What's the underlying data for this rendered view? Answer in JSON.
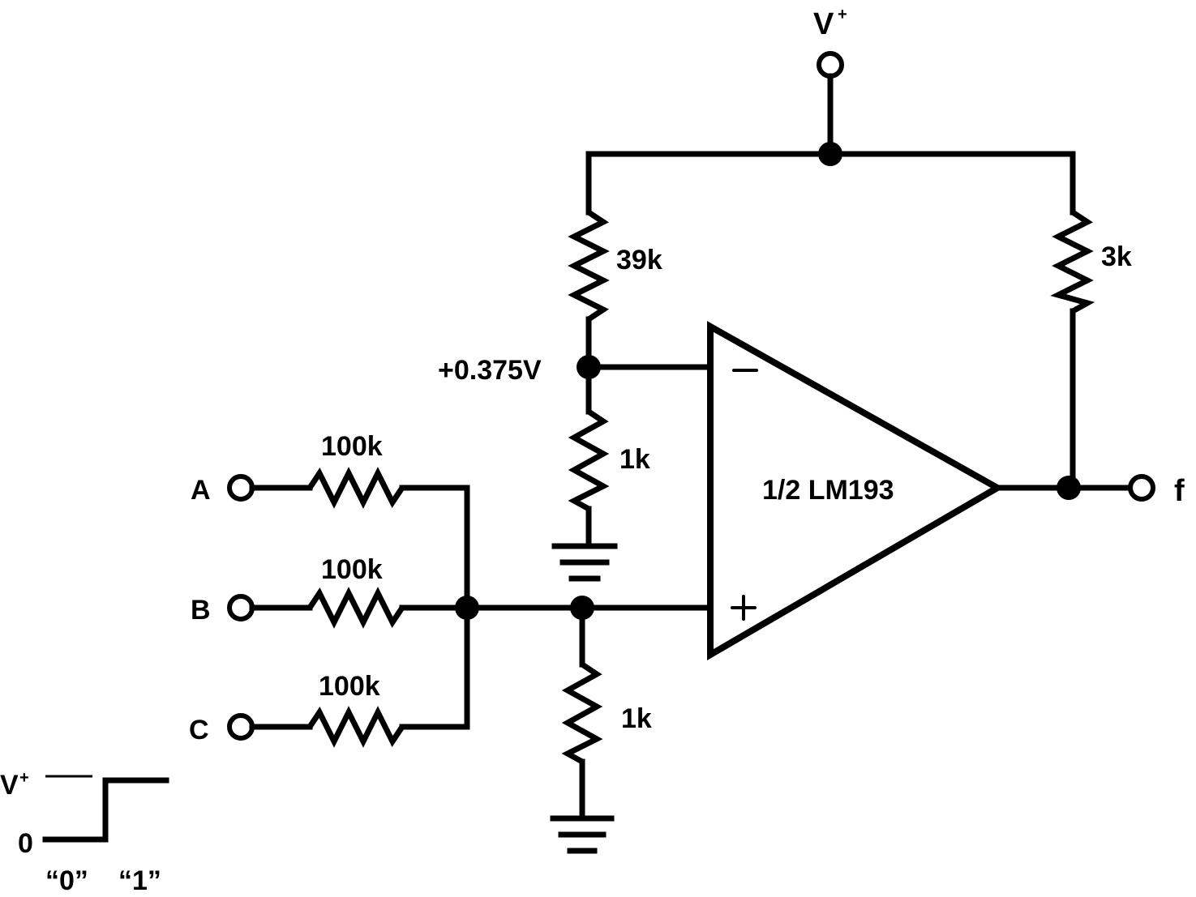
{
  "supply": {
    "label": "V",
    "superscript": "+"
  },
  "resistors": {
    "r_top_left": "39k",
    "r_top_right": "3k",
    "r_divider_bottom": "1k",
    "r_sum": "1k",
    "r_a": "100k",
    "r_b": "100k",
    "r_c": "100k"
  },
  "node_voltage": "+0.375V",
  "comparator": {
    "label": "1/2 LM193",
    "inv_sign": "−",
    "noninv_sign": "+"
  },
  "inputs": {
    "a": "A",
    "b": "B",
    "c": "C"
  },
  "output": "f",
  "logic_legend": {
    "high_label": "V",
    "high_superscript": "+",
    "low_label": "0",
    "state_zero": "“0”",
    "state_one": "“1”"
  }
}
